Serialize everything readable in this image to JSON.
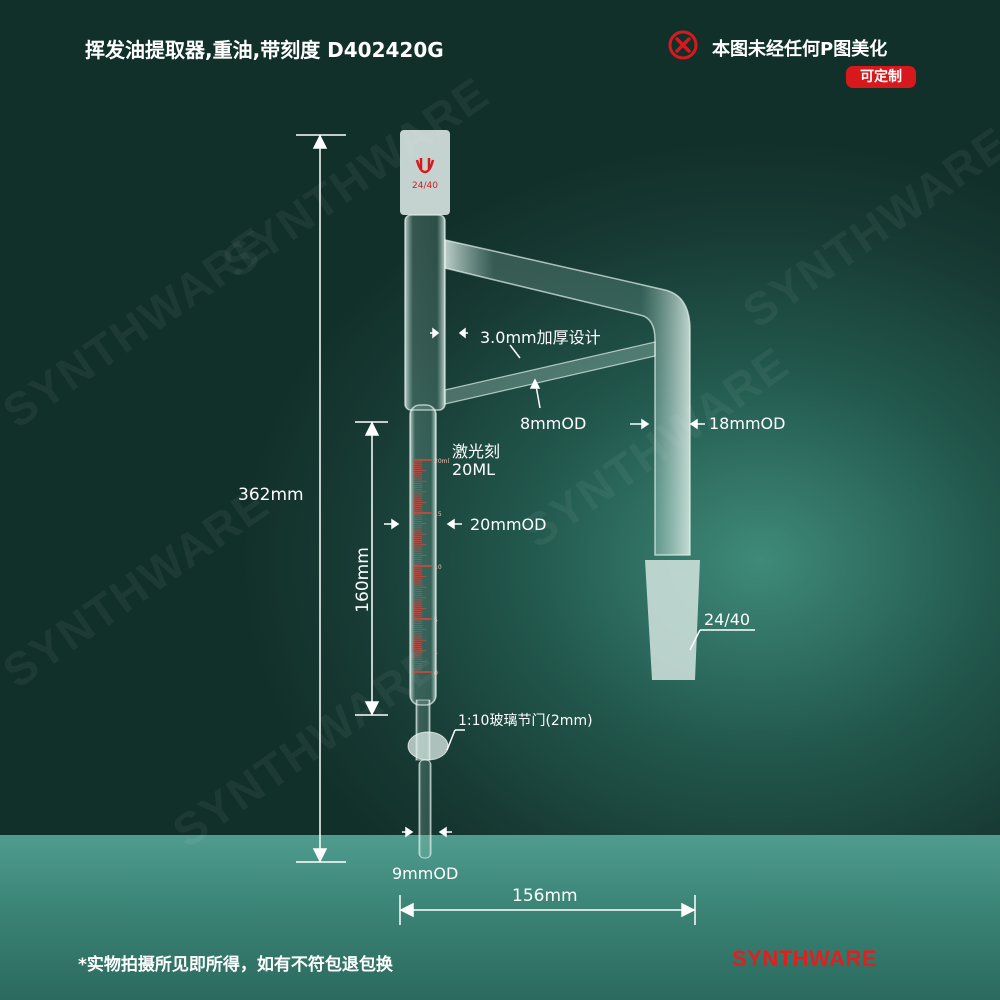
{
  "title": "挥发油提取器,重油,带刻度 D402420G",
  "notice": "本图未经任何P图美化",
  "custom_badge": "可定制",
  "joint_marking": "24/40",
  "graduations": [
    "20ml",
    "15",
    "10",
    "5",
    "1",
    "0"
  ],
  "annotations": {
    "wall": "3.0mm加厚设计",
    "brace_od": "8mmOD",
    "arm_od": "18mmOD",
    "laser": "激光刻",
    "volume": "20ML",
    "tube_od": "20mmOD",
    "bottom_joint": "24/40",
    "stopcock": "1:10玻璃节门(2mm)",
    "tip_od": "9mmOD"
  },
  "dimensions": {
    "height": "362mm",
    "graduated_length": "160mm",
    "width": "156mm"
  },
  "footer": "*实物拍摄所见即所得，如有不符包退包换",
  "brand": "SYNTHWARE",
  "colors": {
    "accent": "#d7191d",
    "brand": "#e0201f"
  }
}
